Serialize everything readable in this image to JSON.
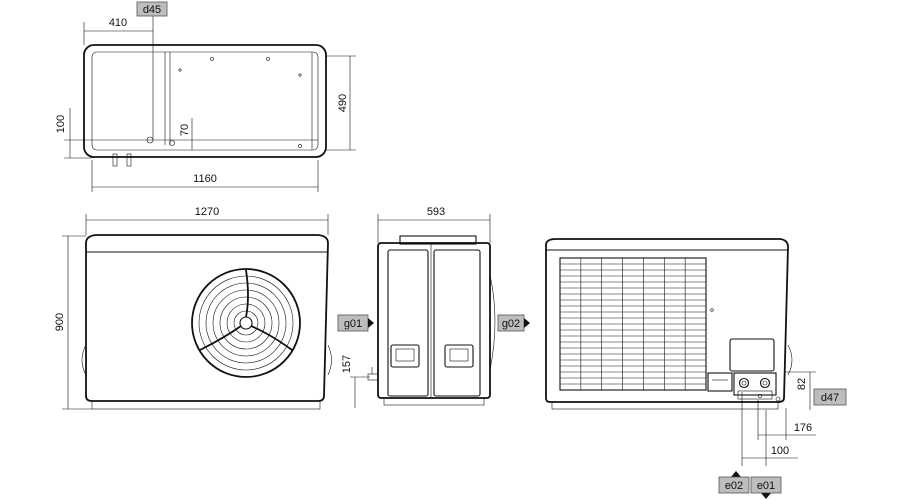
{
  "dimensions": {
    "top_left_offset": "410",
    "top_depth": "490",
    "top_left_edge": "100",
    "top_inner": "70",
    "top_width": "1160",
    "front_width": "1270",
    "front_height": "900",
    "side_width": "593",
    "side_pipe_height": "157",
    "rear_panel_height": "82",
    "rear_offset_1": "176",
    "rear_offset_2": "100"
  },
  "tags": {
    "d45": "d45",
    "g01": "g01",
    "g02": "g02",
    "d47": "d47",
    "e02": "e02",
    "e01": "e01"
  },
  "colors": {
    "line": "#111111",
    "tag_fill": "#bdbdbd"
  }
}
